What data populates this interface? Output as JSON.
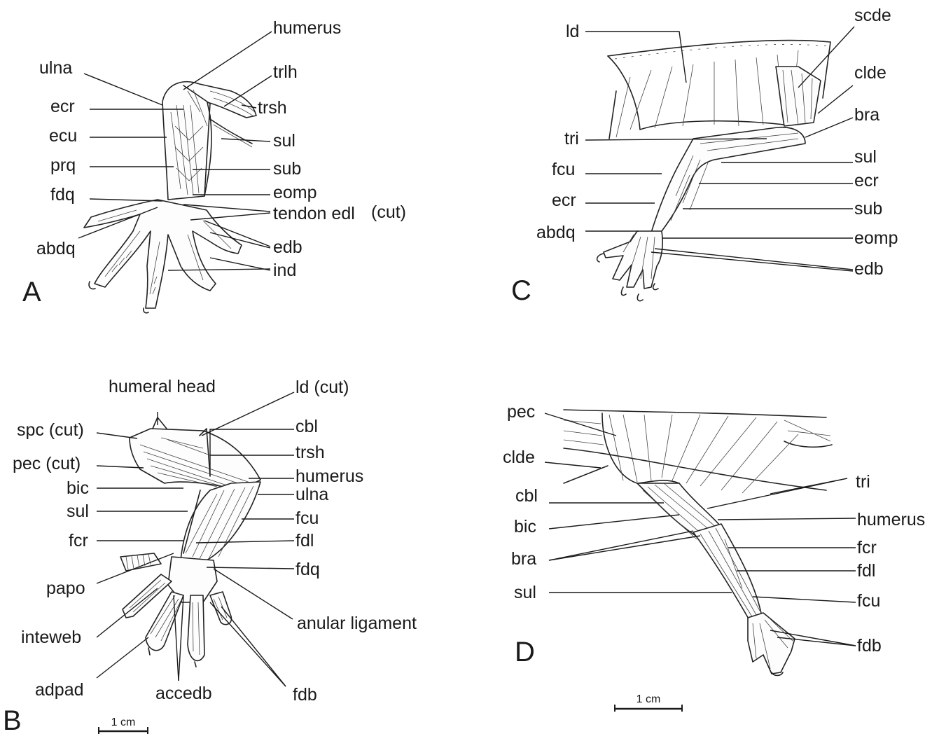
{
  "panels": {
    "A": {
      "letter": "A",
      "labels": {
        "humerus": "humerus",
        "ulna": "ulna",
        "trlh": "trlh",
        "ecr": "ecr",
        "trsh": "trsh",
        "ecu": "ecu",
        "sul": "sul",
        "prq": "prq",
        "sub": "sub",
        "fdq": "fdq",
        "eomp": "eomp",
        "tendon_edl": "tendon edl",
        "cut": "(cut)",
        "abdq": "abdq",
        "edb": "edb",
        "ind": "ind"
      }
    },
    "B": {
      "letter": "B",
      "labels": {
        "humeral_head": "humeral head",
        "ld_cut": "ld (cut)",
        "spc_cut": "spc (cut)",
        "cbl": "cbl",
        "trsh": "trsh",
        "pec_cut": "pec (cut)",
        "humerus": "humerus",
        "bic": "bic",
        "ulna": "ulna",
        "sul": "sul",
        "fcu": "fcu",
        "fcr": "fcr",
        "fdl": "fdl",
        "fdq": "fdq",
        "papo": "papo",
        "anular_ligament": "anular ligament",
        "inteweb": "inteweb",
        "adpad": "adpad",
        "accedb": "accedb",
        "fdb": "fdb"
      },
      "scale_label": "1 cm"
    },
    "C": {
      "letter": "C",
      "labels": {
        "ld": "ld",
        "scde": "scde",
        "clde": "clde",
        "bra": "bra",
        "tri": "tri",
        "sul": "sul",
        "fcu": "fcu",
        "ecr_right": "ecr",
        "ecr_left": "ecr",
        "sub": "sub",
        "abdq": "abdq",
        "eomp": "eomp",
        "edb": "edb"
      }
    },
    "D": {
      "letter": "D",
      "labels": {
        "pec": "pec",
        "clde": "clde",
        "tri": "tri",
        "cbl": "cbl",
        "humerus": "humerus",
        "bic": "bic",
        "fcr": "fcr",
        "bra": "bra",
        "fdl": "fdl",
        "sul": "sul",
        "fcu": "fcu",
        "fdb": "fdb"
      },
      "scale_label": "1 cm"
    }
  }
}
